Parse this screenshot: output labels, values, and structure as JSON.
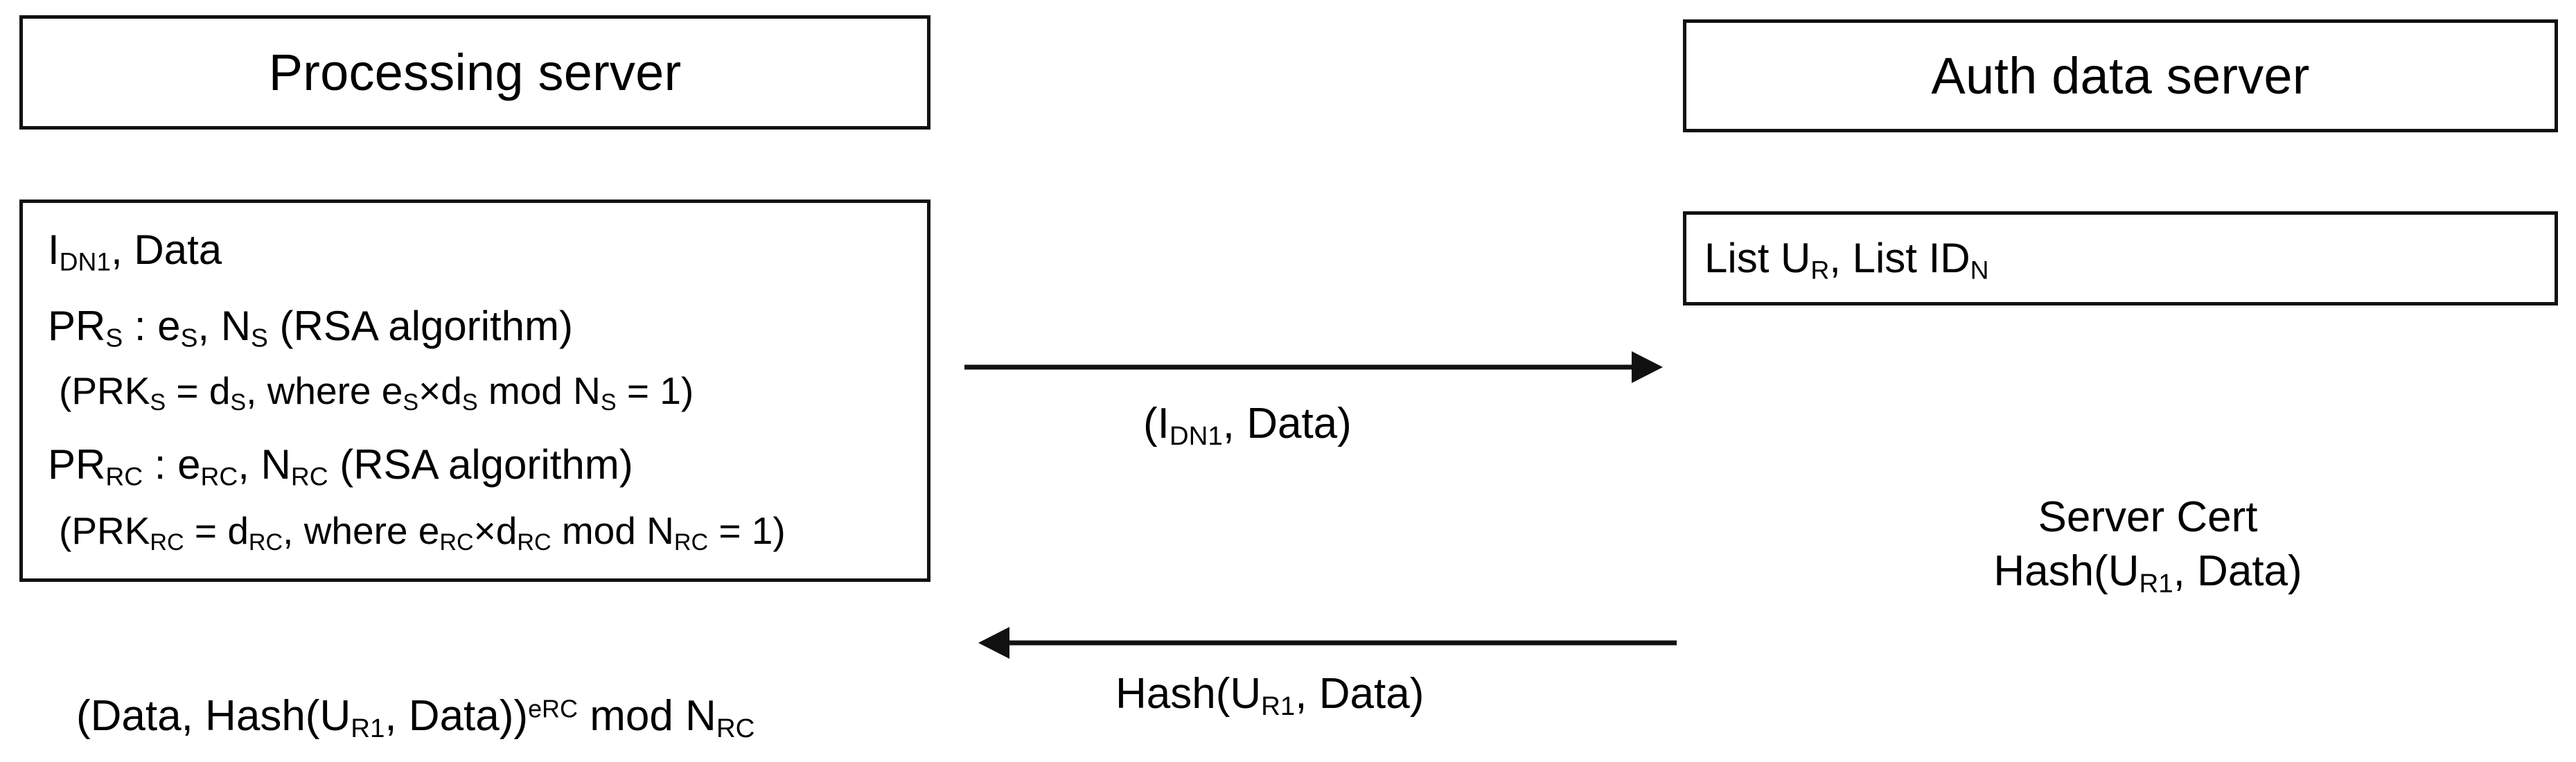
{
  "diagram": {
    "title": "Processing server to Auth data server authentication exchange",
    "background": "#ffffff",
    "stroke": "#111111"
  },
  "nodes": {
    "processing_server": {
      "title": "Processing server",
      "detail": {
        "line_identity": "I",
        "line_identity_sub": "DN1",
        "line_identity_rest": ", Data",
        "pub_s_label": "PR",
        "pub_s_sub": "S",
        "pub_s_rest_1": " : e",
        "pub_s_sub_2": "S",
        "pub_s_rest_2": ", N",
        "pub_s_sub_3": "S",
        "pub_s_rest_3": " (RSA algorithm)",
        "prk_s_open": "(PRK",
        "prk_s_sub_1": "S",
        "prk_s_eq": " = d",
        "prk_s_sub_2": "S",
        "prk_s_where": ", where e",
        "prk_s_sub_3": "S",
        "prk_s_times": "×d",
        "prk_s_sub_4": "S",
        "prk_s_mod": " mod N",
        "prk_s_sub_5": "S",
        "prk_s_close": " = 1)",
        "pub_rc_label": "PR",
        "pub_rc_sub": "RC",
        "pub_rc_rest_1": " : e",
        "pub_rc_sub_2": "RC",
        "pub_rc_rest_2": ", N",
        "pub_rc_sub_3": "RC",
        "pub_rc_rest_3": " (RSA algorithm)",
        "prk_rc_open": "(PRK",
        "prk_rc_sub_1": "RC",
        "prk_rc_eq": " = d",
        "prk_rc_sub_2": "RC",
        "prk_rc_where": ", where e",
        "prk_rc_sub_3": "RC",
        "prk_rc_times": "×d",
        "prk_rc_sub_4": "RC",
        "prk_rc_mod": " mod N",
        "prk_rc_sub_5": "RC",
        "prk_rc_close": " = 1)"
      },
      "result_note": {
        "open": "(Data, Hash(U",
        "sub_1": "R1",
        "middle": ", Data))",
        "sup": "eRC",
        "mod": " mod N",
        "sub_2": "RC"
      }
    },
    "auth_data_server": {
      "title": "Auth data server",
      "detail": {
        "list_u": "List U",
        "list_u_sub": "R",
        "separator": ", List ID",
        "list_id_sub": "N"
      },
      "response_note": {
        "line_1": "Server Cert",
        "line_2_prefix": "Hash(U",
        "line_2_sub": "R1",
        "line_2_suffix": ", Data)"
      }
    }
  },
  "messages": [
    {
      "name": "request",
      "direction": "right",
      "label_open": "(I",
      "label_sub": "DN1",
      "label_rest": ", Data)"
    },
    {
      "name": "response",
      "direction": "left",
      "label_open": "Hash(U",
      "label_sub": "R1",
      "label_rest": ", Data)"
    }
  ]
}
